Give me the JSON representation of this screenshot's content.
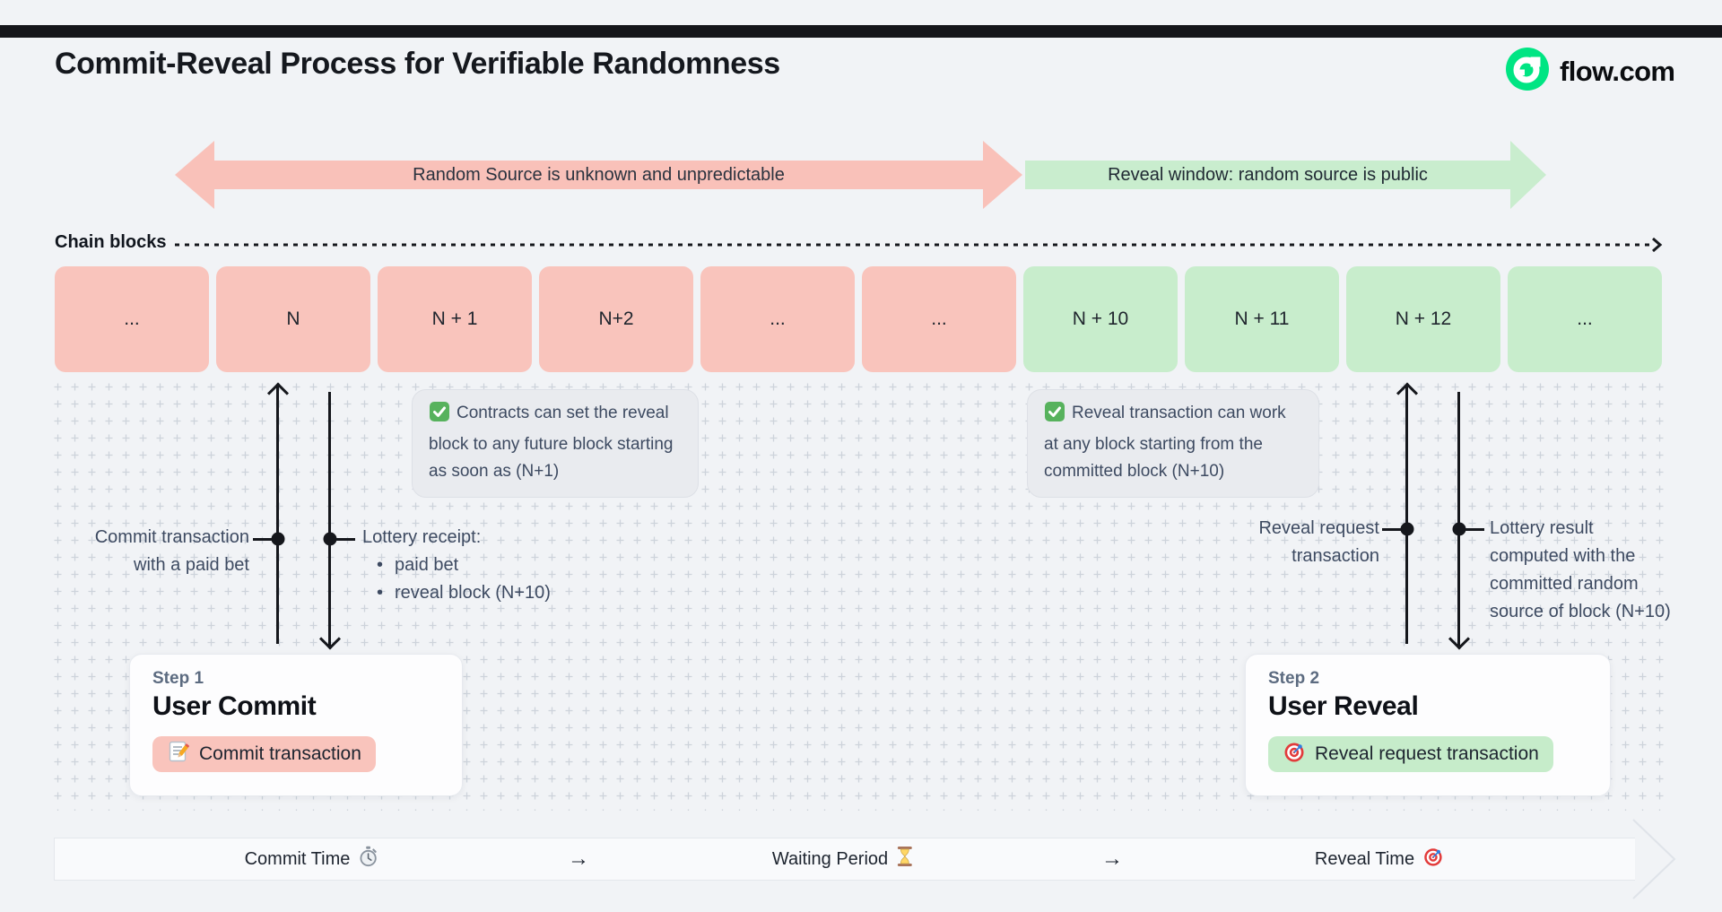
{
  "header": {
    "title": "Commit-Reveal Process for Verifiable Randomness",
    "brand": {
      "label": "flow.com",
      "logo_icon": "flow-logo-icon",
      "logo_color": "#00e583"
    }
  },
  "banners": {
    "unpredictable": {
      "label": "Random Source is unknown and unpredictable",
      "color": "#f9c1b9"
    },
    "reveal_window": {
      "label": "Reveal window: random source is public",
      "color": "#c9edce"
    }
  },
  "chain": {
    "label": "Chain blocks",
    "colors": {
      "commit": "#f9c4bc",
      "reveal": "#c8edcc"
    },
    "blocks": [
      {
        "label": "...",
        "phase": "commit"
      },
      {
        "label": "N",
        "phase": "commit"
      },
      {
        "label": "N + 1",
        "phase": "commit"
      },
      {
        "label": "N+2",
        "phase": "commit"
      },
      {
        "label": "...",
        "phase": "commit"
      },
      {
        "label": "...",
        "phase": "commit"
      },
      {
        "label": "N + 10",
        "phase": "reveal"
      },
      {
        "label": "N + 11",
        "phase": "reveal"
      },
      {
        "label": "N + 12",
        "phase": "reveal"
      },
      {
        "label": "...",
        "phase": "reveal"
      }
    ]
  },
  "callouts": {
    "commit": {
      "icon": "check-icon",
      "text": "Contracts can set the reveal block to any future block starting as soon as (N+1)"
    },
    "reveal": {
      "icon": "check-icon",
      "text": "Reveal transaction can work at any block starting from the committed block (N+10)"
    }
  },
  "annotations": {
    "commit_tx": {
      "lines": [
        "Commit transaction",
        "with a paid bet"
      ]
    },
    "lottery_receipt": {
      "title": "Lottery receipt:",
      "items": [
        "paid bet",
        "reveal block (N+10)"
      ]
    },
    "reveal_request": {
      "lines": [
        "Reveal request",
        "transaction"
      ]
    },
    "lottery_result": {
      "lines": [
        "Lottery result",
        "computed with the",
        "committed random",
        "source of block (N+10)"
      ]
    }
  },
  "steps": {
    "step1": {
      "eyebrow": "Step 1",
      "title": "User Commit",
      "badge": {
        "icon": "memo-icon",
        "label": "Commit transaction"
      }
    },
    "step2": {
      "eyebrow": "Step 2",
      "title": "User Reveal",
      "badge": {
        "icon": "target-icon",
        "label": "Reveal request transaction"
      }
    }
  },
  "timeline": {
    "commit_time": {
      "label": "Commit Time",
      "icon": "stopwatch-icon"
    },
    "arrow1": "→",
    "waiting_period": {
      "label": "Waiting Period",
      "icon": "hourglass-icon"
    },
    "arrow2": "→",
    "reveal_time": {
      "label": "Reveal Time",
      "icon": "target-icon"
    }
  }
}
